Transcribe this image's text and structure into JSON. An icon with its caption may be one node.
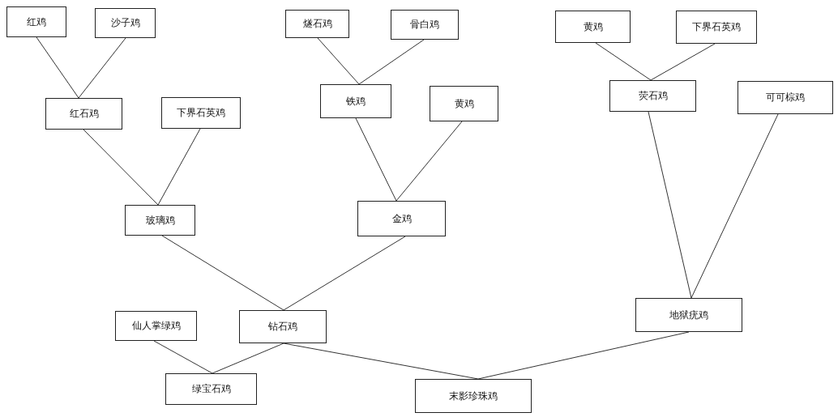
{
  "diagram": {
    "nodes": [
      {
        "text": [
          "红鸡"
        ]
      },
      {
        "text": [
          "沙子鸡"
        ]
      },
      {
        "text": [
          "燧石鸡"
        ]
      },
      {
        "text": [
          "骨白鸡"
        ]
      },
      {
        "text": [
          "黄鸡"
        ]
      },
      {
        "text": [
          "下界石英鸡"
        ]
      },
      {
        "text": [
          "红石鸡"
        ]
      },
      {
        "text": [
          "下界石英鸡"
        ]
      },
      {
        "text": [
          "铁鸡"
        ]
      },
      {
        "text": [
          "黄鸡"
        ]
      },
      {
        "text": [
          "荧石鸡"
        ]
      },
      {
        "text": [
          "可可棕鸡"
        ]
      },
      {
        "text": [
          "玻璃鸡"
        ]
      },
      {
        "text": [
          "金鸡"
        ]
      },
      {
        "text": [
          "仙人掌绿鸡"
        ]
      },
      {
        "text": [
          "钻石鸡"
        ]
      },
      {
        "text": [
          "地狱疣鸡"
        ]
      },
      {
        "text": [
          "绿宝石鸡"
        ]
      },
      {
        "text": [
          "末影珍珠鸡"
        ]
      }
    ],
    "edges": [
      {
        "from": 0,
        "to": 6,
        "arrow": "none"
      },
      {
        "from": 1,
        "to": 6,
        "arrow": "none"
      },
      {
        "from": 2,
        "to": 8,
        "arrow": "none"
      },
      {
        "from": 3,
        "to": 8,
        "arrow": "none"
      },
      {
        "from": 4,
        "to": 10,
        "arrow": "none"
      },
      {
        "from": 5,
        "to": 10,
        "arrow": "none"
      },
      {
        "from": 6,
        "to": 12,
        "arrow": "none"
      },
      {
        "from": 7,
        "to": 12,
        "arrow": "none"
      },
      {
        "from": 8,
        "to": 13,
        "arrow": "none"
      },
      {
        "from": 9,
        "to": 13,
        "arrow": "none"
      },
      {
        "from": 10,
        "to": 16,
        "arrow": "none"
      },
      {
        "from": 11,
        "to": 16,
        "arrow": "none"
      },
      {
        "from": 12,
        "to": 15,
        "arrow": "none"
      },
      {
        "from": 13,
        "to": 15,
        "arrow": "none"
      },
      {
        "from": 14,
        "to": 17,
        "arrow": "none"
      },
      {
        "from": 15,
        "to": 17,
        "arrow": "none"
      },
      {
        "from": 15,
        "to": 18,
        "arrow": "none"
      },
      {
        "from": 16,
        "to": 18,
        "arrow": "none"
      }
    ]
  }
}
